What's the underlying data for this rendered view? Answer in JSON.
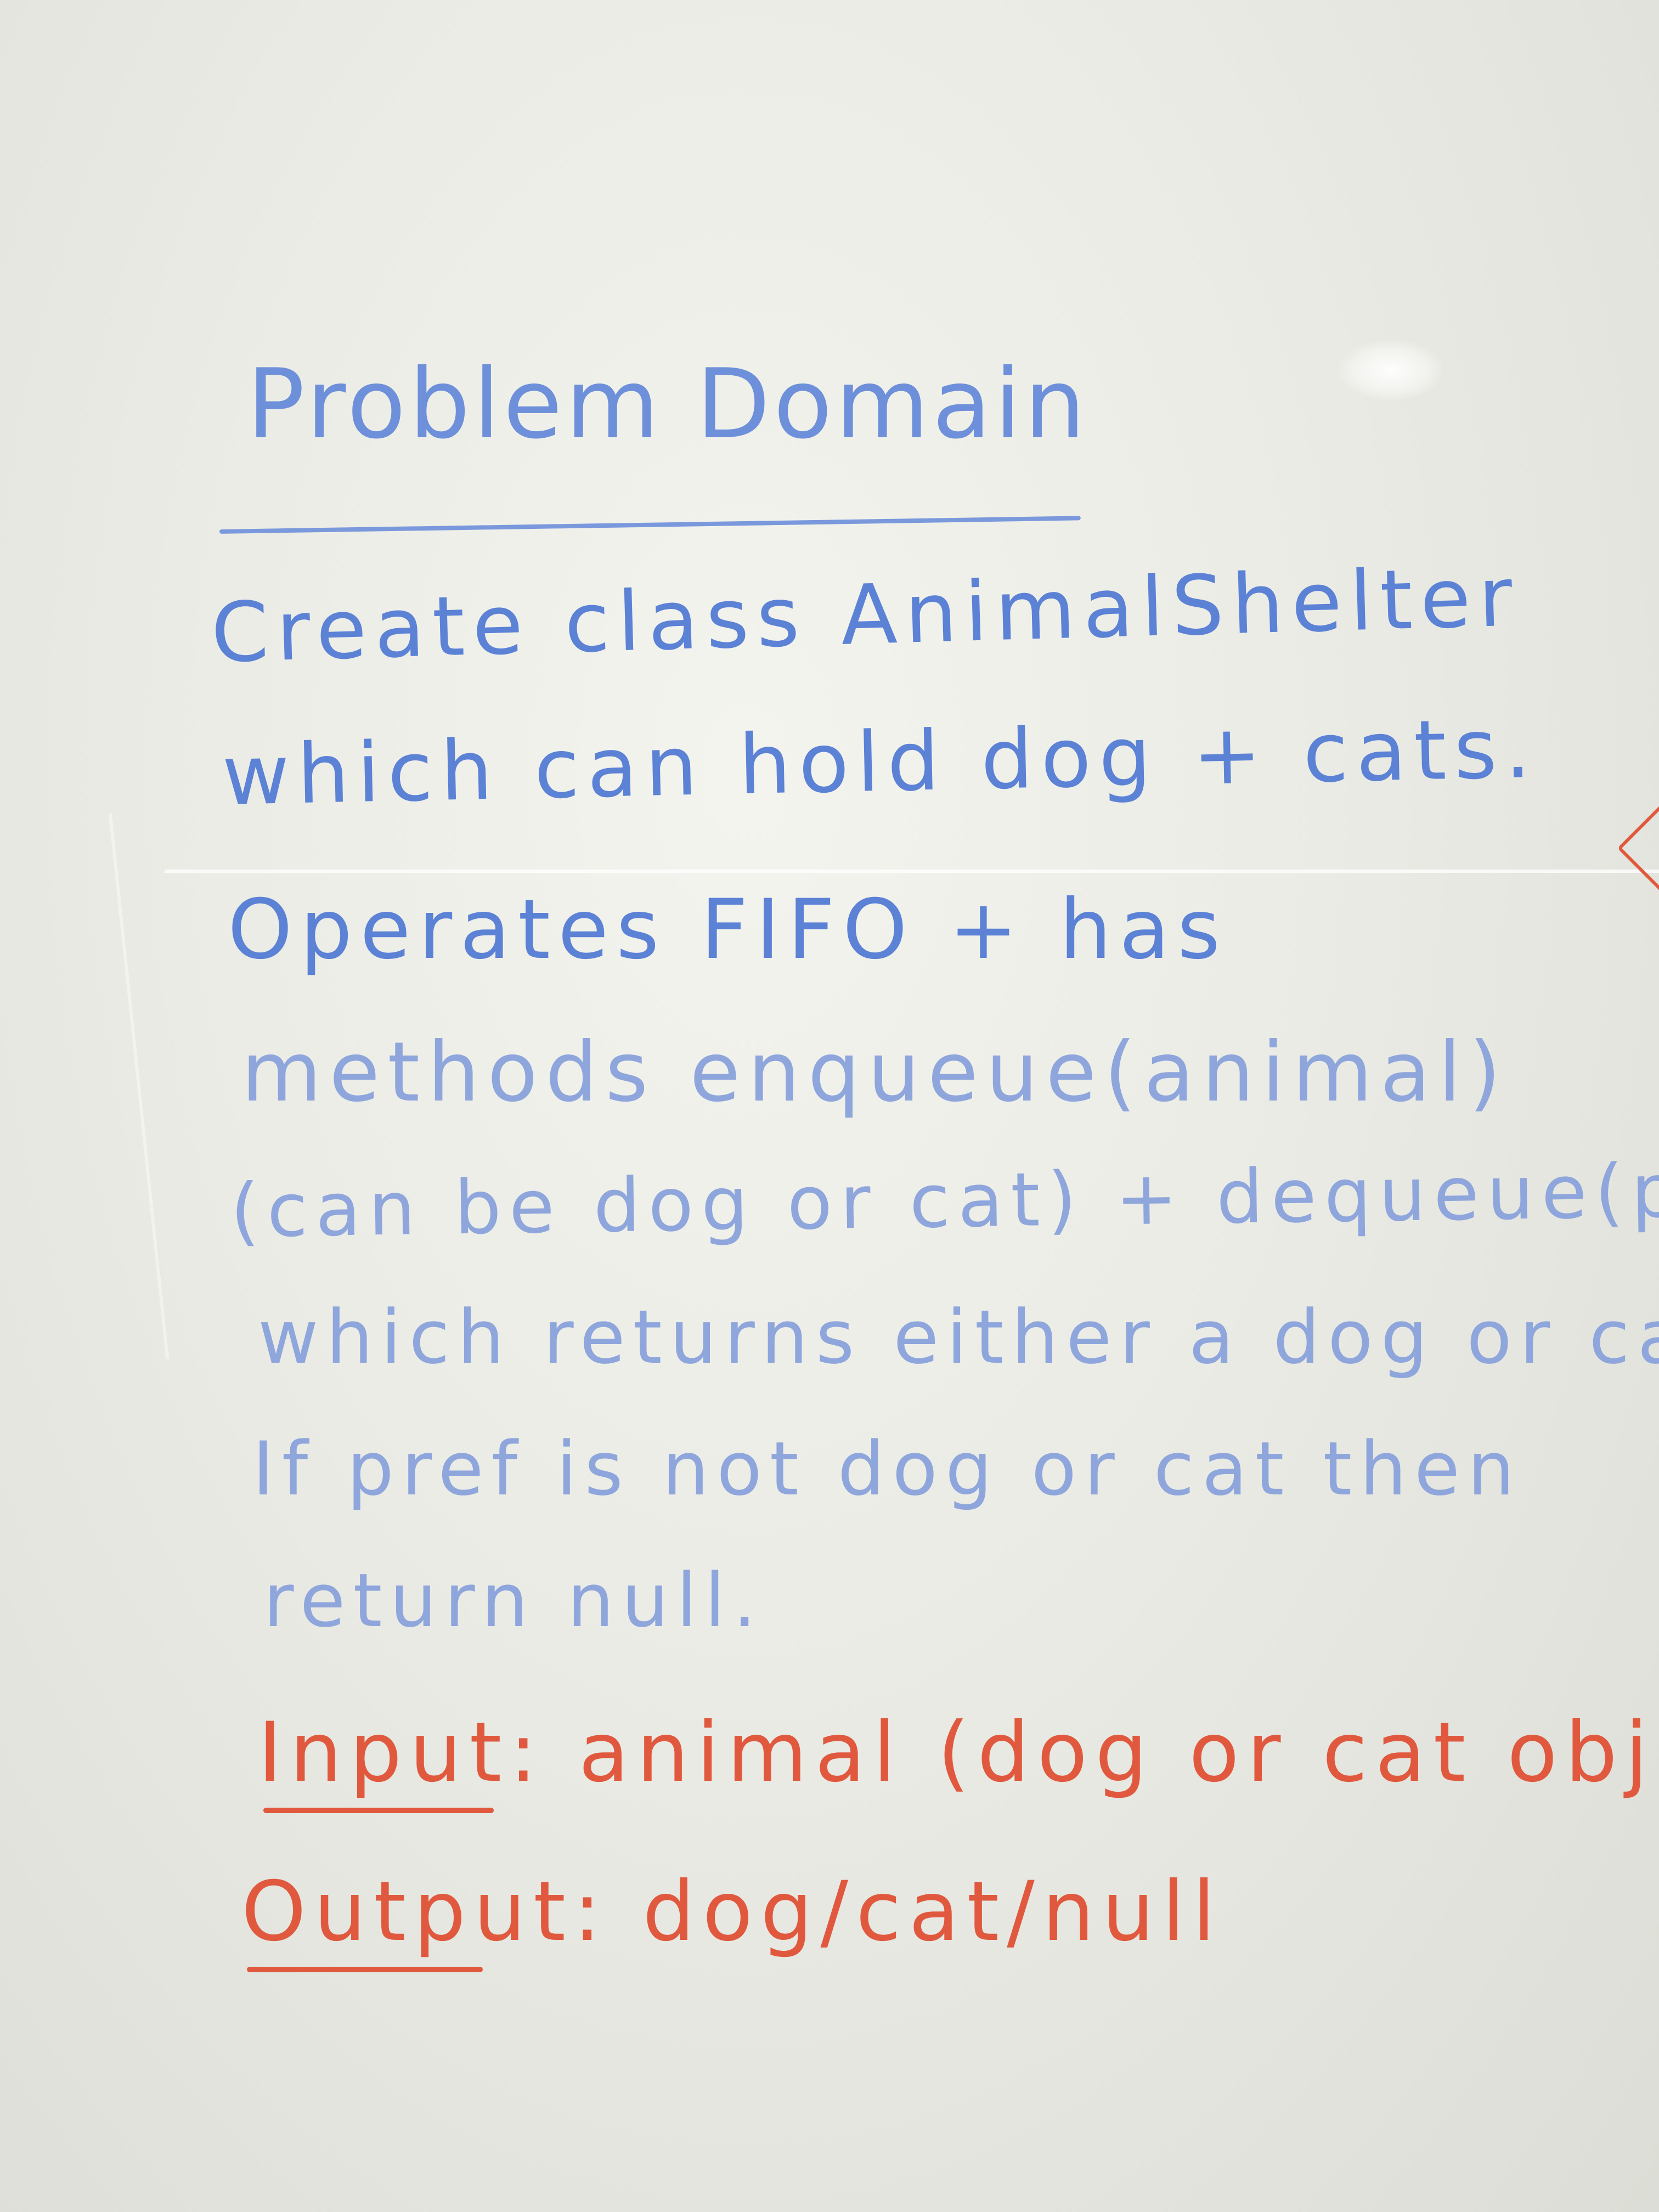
{
  "whiteboard": {
    "title": "Problem Domain",
    "lines": [
      "Create class AnimalShelter",
      "which can hold dog + cats.",
      "Operates FIFO + has",
      "methods enqueue(animal)",
      "(can be dog or cat) + dequeue(pref)",
      "which returns either a dog or cat.",
      "If pref is not dog or cat then",
      "return null."
    ],
    "input": {
      "label": "Input",
      "value": ": animal (dog or cat object)"
    },
    "output": {
      "label": "Output",
      "value": ": dog/cat/null"
    }
  },
  "colors": {
    "blue_marker": "#5c82d6",
    "red_marker": "#e0593e",
    "board": "#ebebe5"
  }
}
